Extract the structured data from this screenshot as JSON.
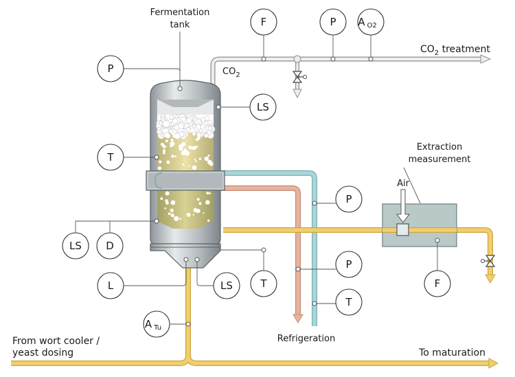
{
  "labels": {
    "tank_line1": "Fermentation",
    "tank_line2": "tank",
    "co2": "CO",
    "co2_sub": "2",
    "co2_treatment": "CO",
    "co2_treatment_sub": "2",
    "co2_treatment_rest": " treatment",
    "extraction_line1": "Extraction",
    "extraction_line2": "measurement",
    "air": "Air",
    "refrigeration": "Refrigeration",
    "wort_line1": "From wort cooler /",
    "wort_line2": "yeast dosing",
    "maturation": "To maturation"
  },
  "instruments": {
    "f_top": "F",
    "p_top": "P",
    "a_o2": "A",
    "a_o2_sub": "O2",
    "p_tank": "P",
    "ls_top": "LS",
    "t_tank": "T",
    "p_right1": "P",
    "p_right2": "P",
    "t_right": "T",
    "ls_left": "LS",
    "d_left": "D",
    "l_bottom": "L",
    "ls_bottom": "LS",
    "t_bottom": "T",
    "f_extract": "F",
    "a_tu": "A",
    "a_tu_sub": "Tu"
  },
  "colors": {
    "product_pipe": "#f2cf6c",
    "refrigerant_warm": "#e8b49e",
    "refrigerant_cold": "#a9d6d8",
    "gas_pipe": "#ececec",
    "tank_steel": "#b7bcc0",
    "foam": "#ffffff",
    "beer": "#c9c38a",
    "extraction_box": "#b9c9c8"
  }
}
